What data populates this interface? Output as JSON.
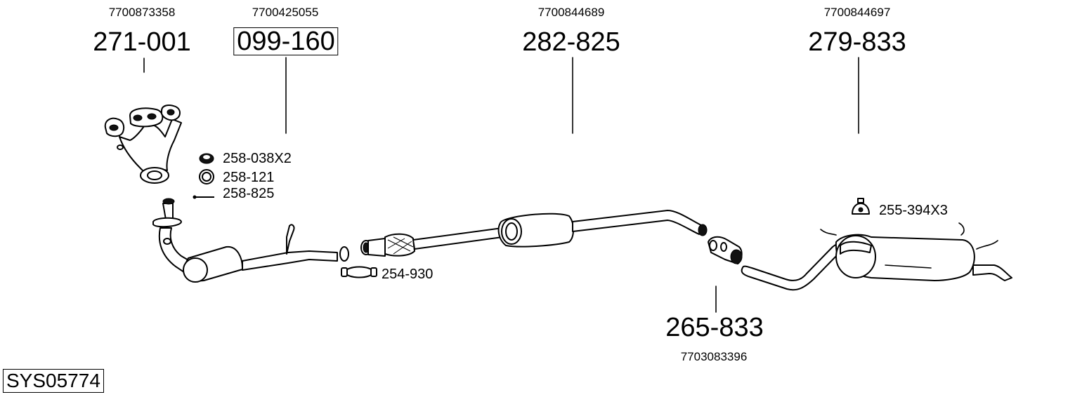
{
  "diagram": {
    "system_id": "SYS05774",
    "parts": [
      {
        "part_number": "271-001",
        "oem_number": "7700873358",
        "name": "exhaust-manifold",
        "boxed": false
      },
      {
        "part_number": "099-160",
        "oem_number": "7700425055",
        "name": "front-pipe-catalytic-converter",
        "boxed": true
      },
      {
        "part_number": "282-825",
        "oem_number": "7700844689",
        "name": "middle-silencer",
        "boxed": false
      },
      {
        "part_number": "279-833",
        "oem_number": "7700844697",
        "name": "rear-silencer",
        "boxed": false
      },
      {
        "part_number": "265-833",
        "oem_number": "7703083396",
        "name": "pipe-connector",
        "boxed": false
      }
    ],
    "accessories": [
      {
        "label": "258-038X2",
        "icon": "flange-nut-icon"
      },
      {
        "label": "258-121",
        "icon": "sealing-ring-icon"
      },
      {
        "label": "258-825",
        "icon": "bolt-icon"
      },
      {
        "label": "254-930",
        "icon": "clamp-icon"
      },
      {
        "label": "255-394X3",
        "icon": "rubber-mount-icon"
      }
    ]
  }
}
